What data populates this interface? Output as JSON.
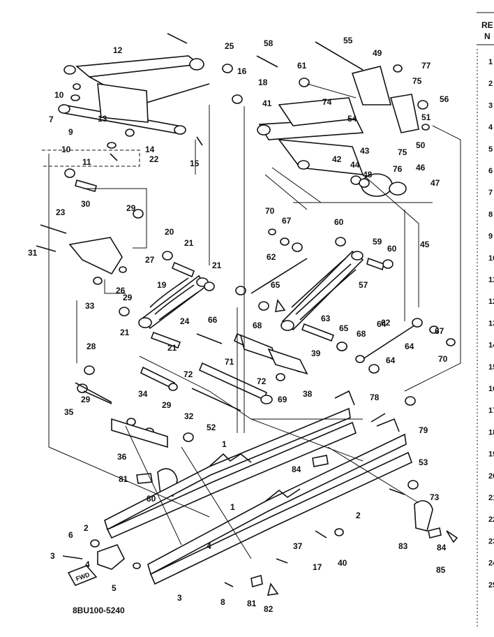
{
  "diagram_code": "8BU100-5240",
  "front_tag": "FWD",
  "side_table": {
    "header_line1": "RE",
    "header_line2": "N",
    "ref_fragments": [
      "1",
      "2",
      "3",
      "4",
      "5",
      "6",
      "7",
      "8",
      "9",
      "10",
      "11",
      "12",
      "13",
      "14",
      "15",
      "16",
      "17",
      "18",
      "19",
      "20",
      "21",
      "22",
      "23",
      "24",
      "25"
    ]
  },
  "part_labels": [
    "1",
    "1",
    "2",
    "2",
    "3",
    "3",
    "4",
    "4",
    "5",
    "6",
    "7",
    "8",
    "9",
    "10",
    "10",
    "11",
    "12",
    "13",
    "14",
    "15",
    "16",
    "17",
    "18",
    "19",
    "20",
    "21",
    "21",
    "21",
    "21",
    "22",
    "23",
    "24",
    "25",
    "26",
    "27",
    "28",
    "29",
    "29",
    "29",
    "29",
    "30",
    "31",
    "32",
    "33",
    "34",
    "35",
    "36",
    "37",
    "38",
    "39",
    "40",
    "41",
    "42",
    "43",
    "44",
    "45",
    "46",
    "47",
    "48",
    "49",
    "50",
    "51",
    "52",
    "53",
    "54",
    "55",
    "56",
    "57",
    "58",
    "59",
    "60",
    "60",
    "61",
    "62",
    "62",
    "63",
    "64",
    "64",
    "64",
    "65",
    "65",
    "66",
    "67",
    "67",
    "68",
    "68",
    "69",
    "70",
    "70",
    "71",
    "72",
    "72",
    "73",
    "74",
    "75",
    "75",
    "76",
    "77",
    "78",
    "79",
    "80",
    "81",
    "81",
    "82",
    "83",
    "84",
    "84",
    "85"
  ]
}
